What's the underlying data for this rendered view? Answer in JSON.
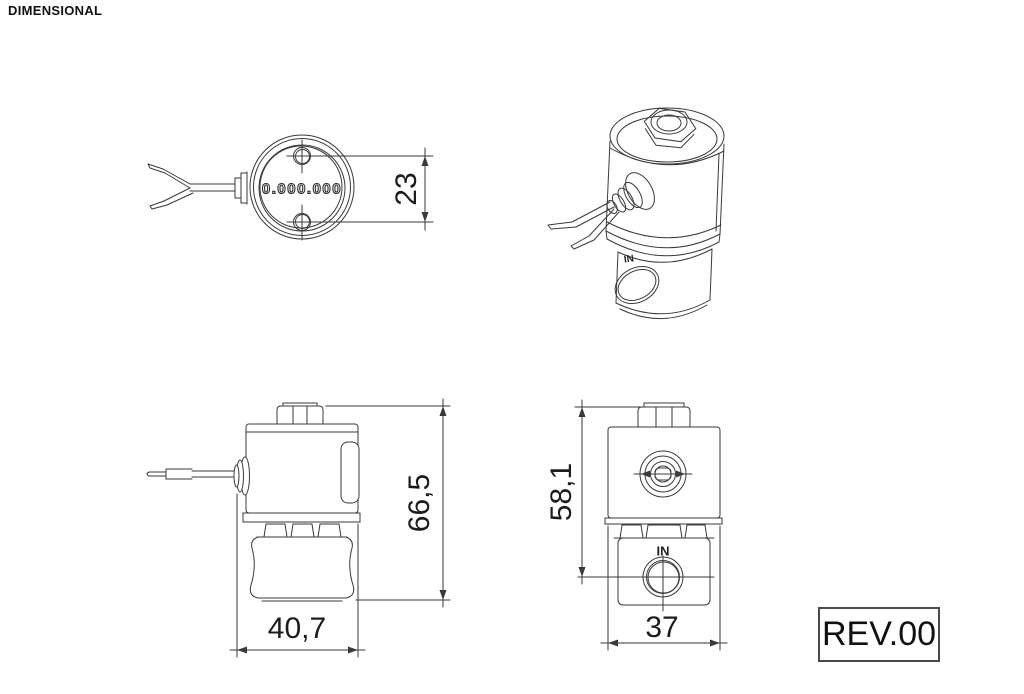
{
  "title": "DIMENSIONAL",
  "revision": "REV.00",
  "colors": {
    "line": "#3a3a3a",
    "text": "#1c1c1c",
    "background": "#ffffff"
  },
  "views": {
    "top": {
      "name": "top view",
      "part_number": "0.000.000",
      "dim_hole_spacing": "23"
    },
    "isometric": {
      "name": "isometric view",
      "port_label": "IN"
    },
    "side": {
      "name": "side view",
      "dim_overall_height": "66,5",
      "dim_overall_depth": "40,7"
    },
    "front": {
      "name": "front view",
      "port_label": "IN",
      "dim_top_to_inlet": "58,1",
      "dim_body_width": "37"
    }
  }
}
